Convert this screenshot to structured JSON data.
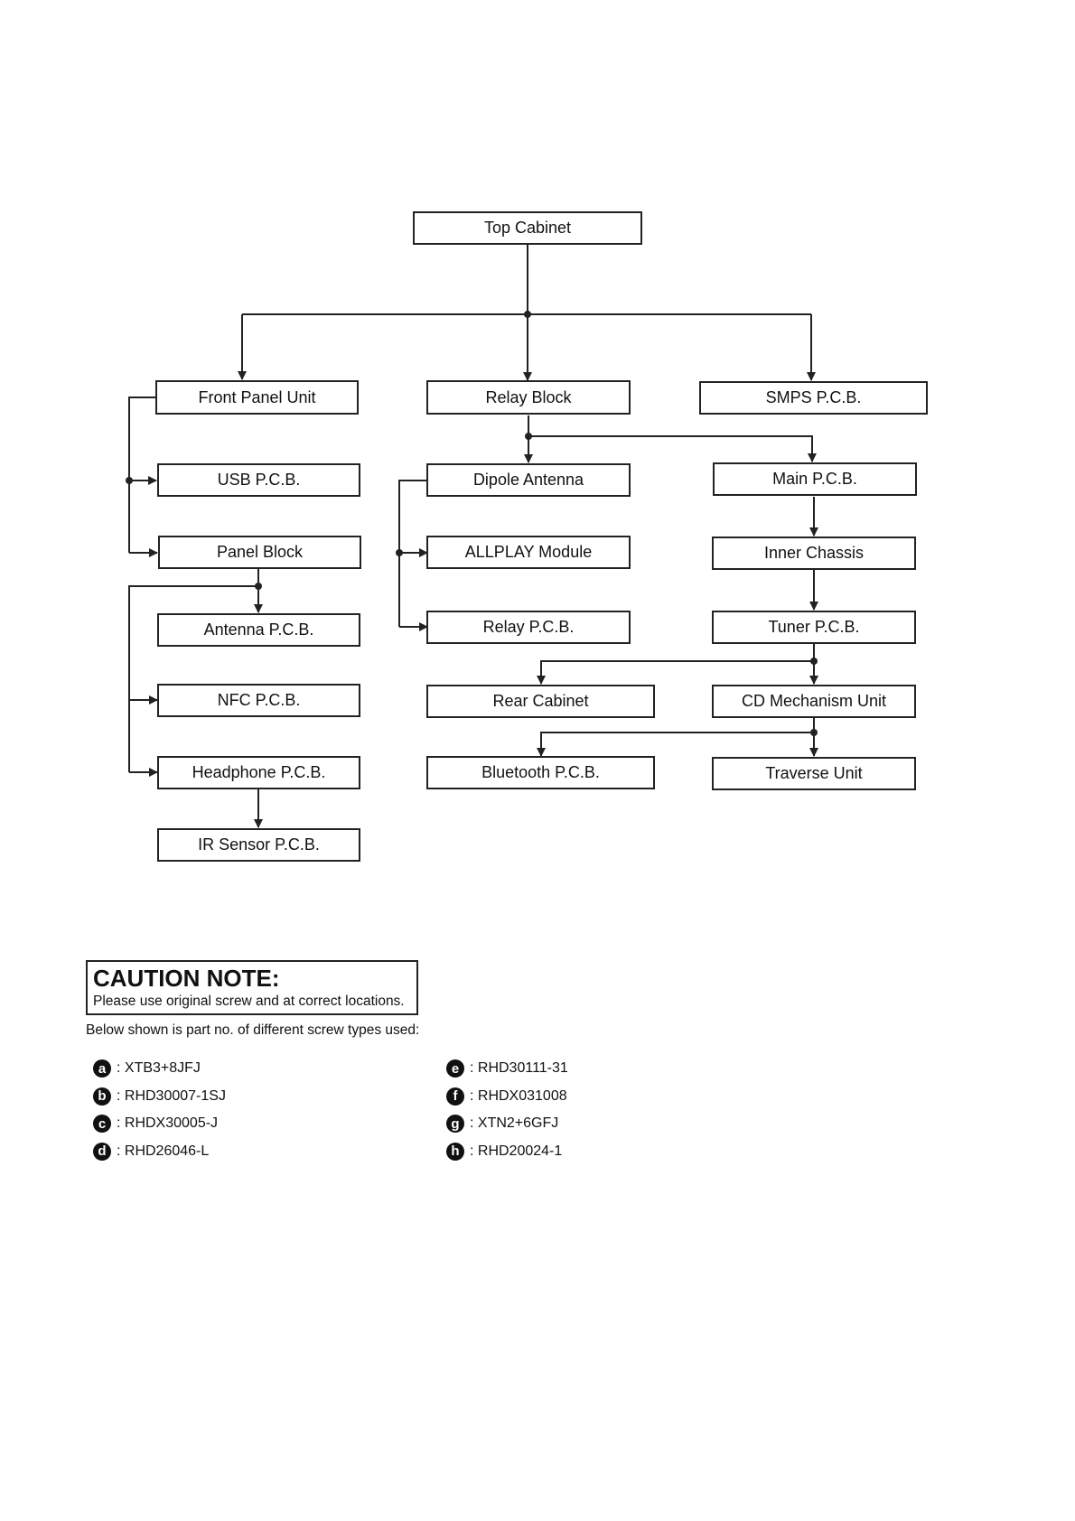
{
  "diagram": {
    "nodes": {
      "top_cabinet": "Top Cabinet",
      "front_panel_unit": "Front Panel Unit",
      "relay_block": "Relay Block",
      "smps_pcb": "SMPS P.C.B.",
      "usb_pcb": "USB P.C.B.",
      "dipole_antenna": "Dipole Antenna",
      "main_pcb": "Main P.C.B.",
      "panel_block": "Panel Block",
      "allplay_module": "ALLPLAY Module",
      "inner_chassis": "Inner Chassis",
      "antenna_pcb": "Antenna P.C.B.",
      "relay_pcb": "Relay P.C.B.",
      "tuner_pcb": "Tuner P.C.B.",
      "nfc_pcb": "NFC P.C.B.",
      "rear_cabinet": "Rear Cabinet",
      "cd_mechanism_unit": "CD Mechanism Unit",
      "headphone_pcb": "Headphone P.C.B.",
      "bluetooth_pcb": "Bluetooth P.C.B.",
      "traverse_unit": "Traverse Unit",
      "ir_sensor_pcb": "IR Sensor P.C.B."
    }
  },
  "caution": {
    "title": "CAUTION NOTE:",
    "text": "Please use original screw and at correct locations."
  },
  "screws_intro": "Below shown is part no. of different screw types used:",
  "screws": [
    {
      "letter": "a",
      "part": ": XTB3+8JFJ"
    },
    {
      "letter": "b",
      "part": ": RHD30007-1SJ"
    },
    {
      "letter": "c",
      "part": ": RHDX30005-J"
    },
    {
      "letter": "d",
      "part": ": RHD26046-L"
    },
    {
      "letter": "e",
      "part": ": RHD30111-31"
    },
    {
      "letter": "f",
      "part": ": RHDX031008"
    },
    {
      "letter": "g",
      "part": ": XTN2+6GFJ"
    },
    {
      "letter": "h",
      "part": ": RHD20024-1"
    }
  ]
}
